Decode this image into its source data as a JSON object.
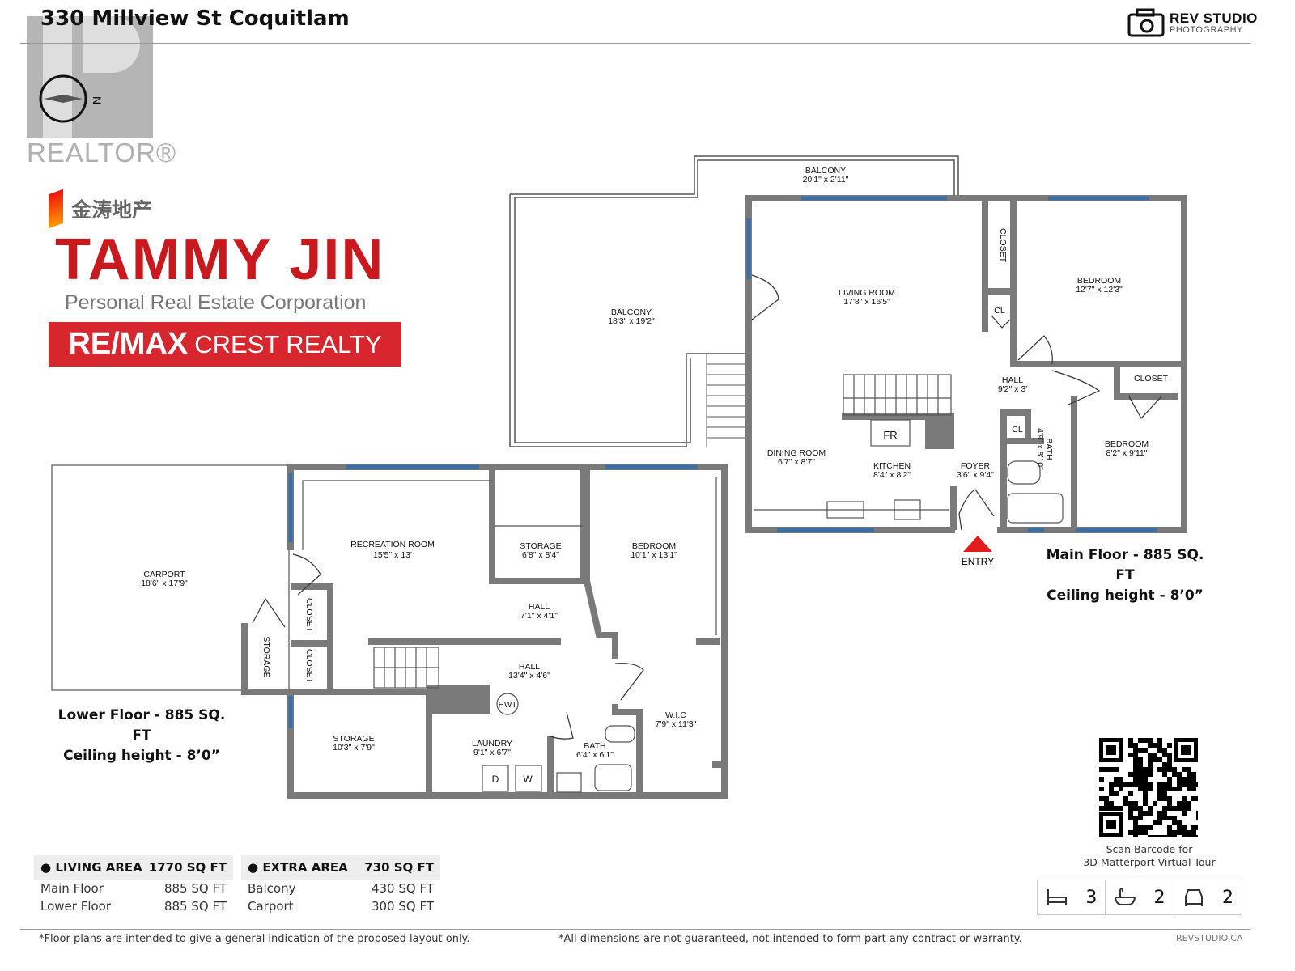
{
  "header": {
    "title": "330 Millview St Coquitlam",
    "studio_name": "REV STUDIO",
    "studio_sub": "PHOTOGRAPHY"
  },
  "branding": {
    "realtor": "REALTOR®",
    "chinese_name": "金涛地产",
    "agent": "TAMMY JIN",
    "agent_title": "Personal Real Estate Corporation",
    "brokerage_a": "RE/MAX",
    "brokerage_b": "CREST REALTY",
    "compass_label": "N"
  },
  "main_floor": {
    "caption": [
      "Main Floor - 885 SQ. FT",
      "Ceiling height - 8’0”"
    ],
    "entry": "ENTRY",
    "rooms": [
      {
        "name": "BALCONY",
        "dim": "20'1\" x 2'11\""
      },
      {
        "name": "BALCONY",
        "dim": "18'3\" x 19'2\""
      },
      {
        "name": "LIVING ROOM",
        "dim": "17'8\" x 16'5\""
      },
      {
        "name": "BEDROOM",
        "dim": "12'7\" x 12'3\""
      },
      {
        "name": "HALL",
        "dim": "9'2\" x 3'"
      },
      {
        "name": "BEDROOM",
        "dim": "8'2\" x 9'11\""
      },
      {
        "name": "DINING ROOM",
        "dim": "6'7\" x 8'7\""
      },
      {
        "name": "KITCHEN",
        "dim": "8'4\" x 8'2\""
      },
      {
        "name": "FOYER",
        "dim": "3'6\" x 9'4\""
      },
      {
        "name": "BATH",
        "dim": "4'9\" x 8'10\""
      }
    ],
    "labels": {
      "closet1": "CLOSET",
      "cl1": "CL",
      "closet2": "CLOSET",
      "cl2": "CL",
      "fr": "FR"
    }
  },
  "lower_floor": {
    "caption": [
      "Lower Floor - 885 SQ. FT",
      "Ceiling height - 8’0”"
    ],
    "rooms": [
      {
        "name": "CARPORT",
        "dim": "18'6\" x 17'9\""
      },
      {
        "name": "RECREATION ROOM",
        "dim": "15'5\" x 13'"
      },
      {
        "name": "STORAGE",
        "dim": "6'8\" x 8'4\""
      },
      {
        "name": "BEDROOM",
        "dim": "10'1\" x 13'1\""
      },
      {
        "name": "HALL",
        "dim": "7'1\" x 4'1\""
      },
      {
        "name": "HALL",
        "dim": "13'4\" x 4'6\""
      },
      {
        "name": "W.I.C",
        "dim": "7'9\" x 11'3\""
      },
      {
        "name": "STORAGE",
        "dim": "10'3\" x 7'9\""
      },
      {
        "name": "LAUNDRY",
        "dim": "9'1\" x 6'7\""
      },
      {
        "name": "BATH",
        "dim": "6'4\" x 6'1\""
      }
    ],
    "labels": {
      "closet1": "CLOSET",
      "closet2": "CLOSET",
      "storage": "STORAGE",
      "hwt": "HWT",
      "dryer": "D",
      "washer": "W"
    }
  },
  "areas": {
    "living": {
      "title": "LIVING AREA",
      "total": "1770 SQ FT",
      "rows": [
        {
          "label": "Main Floor",
          "value": "885 SQ FT"
        },
        {
          "label": "Lower Floor",
          "value": "885 SQ FT"
        }
      ]
    },
    "extra": {
      "title": "EXTRA AREA",
      "total": "730 SQ FT",
      "rows": [
        {
          "label": "Balcony",
          "value": "430 SQ FT"
        },
        {
          "label": "Carport",
          "value": "300 SQ FT"
        }
      ]
    }
  },
  "qr": {
    "caption1": "Scan Barcode for",
    "caption2": "3D Matterport Virtual Tour"
  },
  "counts": {
    "beds": "3",
    "baths": "2",
    "parking": "2"
  },
  "footer": {
    "note_left": "*Floor plans are intended to give a general indication of the proposed layout only.",
    "note_right": "*All dimensions are not guaranteed, not intended to form part any contract or warranty.",
    "site": "REVSTUDIO.CA"
  },
  "colors": {
    "wall": "#7a7a7a",
    "window": "#3a6fa8",
    "brand_red": "#c81a1e",
    "entry": "#e21b1b"
  }
}
